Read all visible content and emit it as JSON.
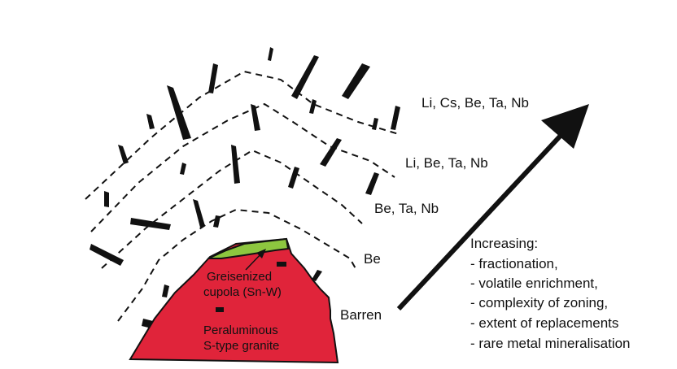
{
  "zones": {
    "z1": "Li, Cs, Be, Ta, Nb",
    "z2": "Li, Be, Ta, Nb",
    "z3": "Be, Ta, Nb",
    "z4": "Be",
    "barren": "Barren"
  },
  "granite": {
    "cupola_line1": "Greisenized",
    "cupola_line2": "cupola (Sn-W)",
    "body_line1": "Peraluminous",
    "body_line2": "S-type granite"
  },
  "trend": {
    "title": "Increasing:",
    "items": [
      "- fractionation,",
      "- volatile enrichment,",
      "- complexity of zoning,",
      "- extent of replacements",
      "- rare metal mineralisation"
    ]
  },
  "colors": {
    "granite": "#E0243A",
    "cupola": "#8DC63F",
    "ink": "#111111"
  }
}
